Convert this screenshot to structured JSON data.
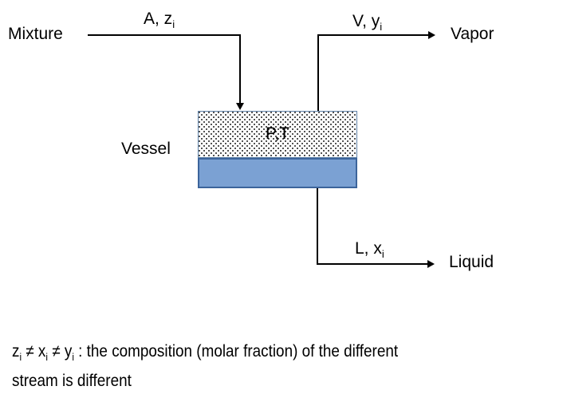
{
  "diagram": {
    "labels": {
      "mixture": "Mixture",
      "feed_stream": {
        "main": "A, z",
        "sub": "i"
      },
      "vapor_stream": {
        "main": "V, y",
        "sub": "i"
      },
      "vapor": "Vapor",
      "vessel": "Vessel",
      "vessel_state": "P,T",
      "liquid_stream": {
        "main": "L, x",
        "sub": "i"
      },
      "liquid": "Liquid"
    },
    "colors": {
      "liquid_fill": "#7ba1d3",
      "vessel_border": "#3c649b",
      "dotted_border": "#5f82a8",
      "line_color": "#000000"
    }
  },
  "caption": {
    "term1": "z",
    "term1_sub": "i",
    "neq1": " ≠ ",
    "term2": "x",
    "term2_sub": "i",
    "neq2": " ≠ ",
    "term3": "y",
    "term3_sub": "i",
    "rest_line1": " : the composition (molar fraction) of the different",
    "line2": "stream is different"
  }
}
